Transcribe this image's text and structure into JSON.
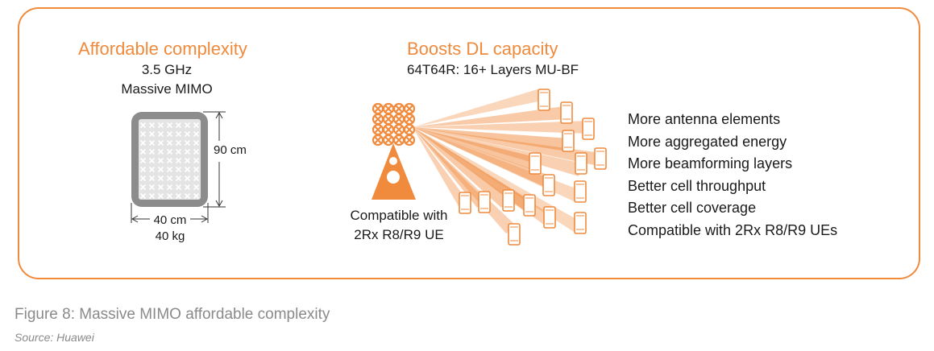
{
  "left_panel": {
    "title": "Affordable complexity",
    "freq": "3.5 GHz",
    "tech": "Massive MIMO",
    "height_label": "90 cm",
    "width_label": "40 cm",
    "weight_label": "40 kg"
  },
  "center_panel": {
    "title": "Boosts DL capacity",
    "subtitle": "64T64R: 16+ Layers MU-BF",
    "compat_line1": "Compatible with",
    "compat_line2": "2Rx R8/R9 UE"
  },
  "features": [
    "More antenna elements",
    "More aggregated energy",
    "More beamforming layers",
    "Better cell throughput",
    "Better cell coverage",
    "Compatible with 2Rx R8/R9 UEs"
  ],
  "caption": "Figure 8: Massive MIMO affordable complexity",
  "source": "Source: Huawei",
  "colors": {
    "accent": "#f08a3c",
    "antenna_frame": "#8c8c8c",
    "caption": "#8a8a8a"
  }
}
